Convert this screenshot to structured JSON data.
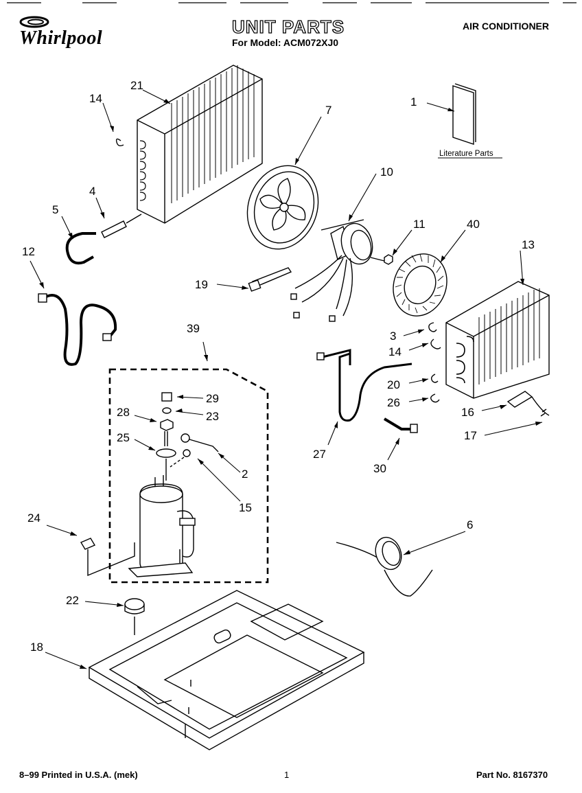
{
  "header": {
    "brand": "Whirlpool",
    "title": "UNIT PARTS",
    "model_line": "For Model: ACM072XJ0",
    "product": "AIR CONDITIONER"
  },
  "literature_label": "Literature Parts",
  "callouts": {
    "c1": "1",
    "c2": "2",
    "c3": "3",
    "c4": "4",
    "c5": "5",
    "c6": "6",
    "c7": "7",
    "c10": "10",
    "c11": "11",
    "c12": "12",
    "c13": "13",
    "c14a": "14",
    "c14b": "14",
    "c15": "15",
    "c16": "16",
    "c17": "17",
    "c18": "18",
    "c19": "19",
    "c20": "20",
    "c21": "21",
    "c22": "22",
    "c23": "23",
    "c24": "24",
    "c25": "25",
    "c26": "26",
    "c27": "27",
    "c28": "28",
    "c29": "29",
    "c30": "30",
    "c39": "39",
    "c40": "40"
  },
  "footer": {
    "left": "8–99 Printed in U.S.A. (mek)",
    "center": "1",
    "right": "Part No. 8167370"
  }
}
